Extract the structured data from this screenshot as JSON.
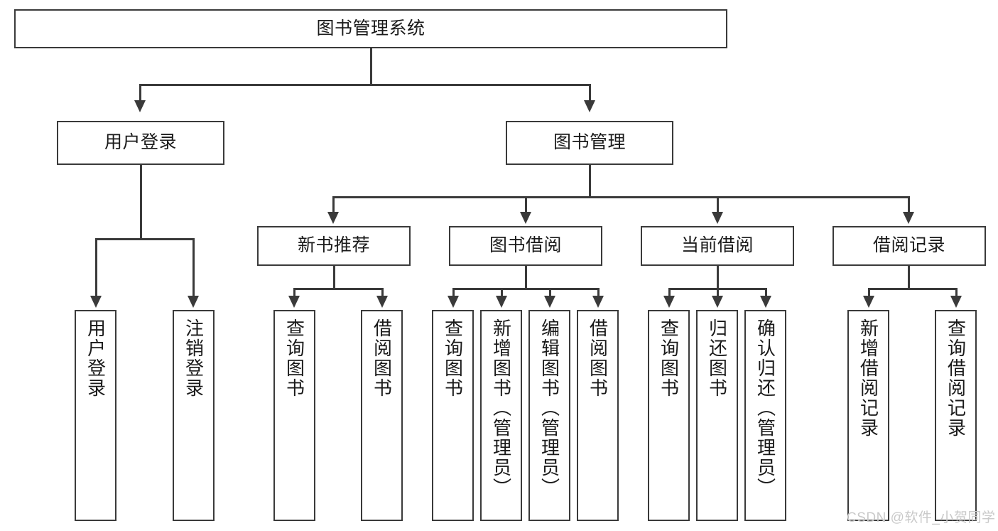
{
  "diagram": {
    "title": "图书管理系统",
    "type": "tree-structure-chart",
    "levels": {
      "root": "图书管理系统",
      "level2": [
        "用户登录",
        "图书管理"
      ],
      "level3": [
        "新书推荐",
        "图书借阅",
        "当前借阅",
        "借阅记录"
      ]
    },
    "nodes": {
      "root": {
        "label": "图书管理系统"
      },
      "user_login": {
        "label": "用户登录"
      },
      "book_manage": {
        "label": "图书管理"
      },
      "new_book_rec": {
        "label": "新书推荐"
      },
      "book_borrow": {
        "label": "图书借阅"
      },
      "current_borrow": {
        "label": "当前借阅"
      },
      "borrow_record": {
        "label": "借阅记录"
      },
      "leaf_user_login": {
        "label": "用户登录"
      },
      "leaf_logout": {
        "label": "注销登录"
      },
      "leaf_query_book_a": {
        "label": "查询图书"
      },
      "leaf_borrow_book_a": {
        "label": "借阅图书"
      },
      "leaf_query_book_b": {
        "label": "查询图书"
      },
      "leaf_add_book_admin": {
        "label": "新增图书（管理员）"
      },
      "leaf_edit_book_admin": {
        "label": "编辑图书（管理员）"
      },
      "leaf_borrow_book_b": {
        "label": "借阅图书"
      },
      "leaf_query_book_c": {
        "label": "查询图书"
      },
      "leaf_return_book": {
        "label": "归还图书"
      },
      "leaf_confirm_return_admin": {
        "label": "确认归还（管理员）"
      },
      "leaf_add_record": {
        "label": "新增借阅记录"
      },
      "leaf_query_record": {
        "label": "查询借阅记录"
      }
    },
    "watermark": "CSDN @软件_小贺同学",
    "colors": {
      "stroke": "#3a3a3a",
      "background": "#ffffff",
      "text": "#1a1a1a",
      "watermark": "#c9c9c9"
    }
  }
}
